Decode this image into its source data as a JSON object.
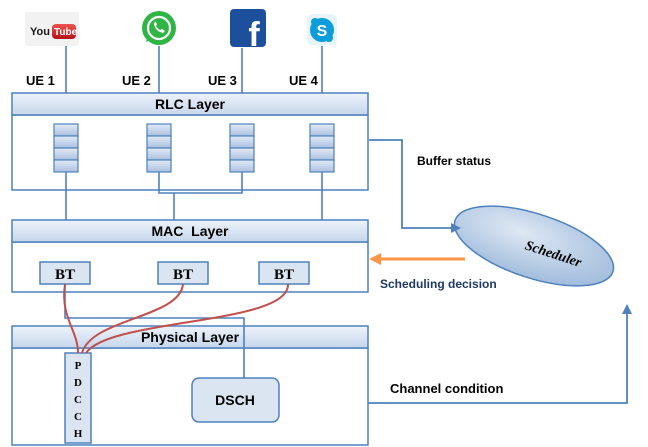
{
  "apps": [
    {
      "name": "YouTube",
      "logo_text": "YouTube",
      "icon": "youtube-icon"
    },
    {
      "name": "WhatsApp",
      "icon": "whatsapp-icon"
    },
    {
      "name": "Facebook",
      "logo_text": "f",
      "icon": "facebook-icon"
    },
    {
      "name": "Skype",
      "logo_text": "S",
      "icon": "skype-icon"
    }
  ],
  "ue_labels": [
    "UE 1",
    "UE 2",
    "UE 3",
    "UE 4"
  ],
  "layers": {
    "rlc": "RLC Layer",
    "mac": "MAC  Layer",
    "physical": "Physical Layer"
  },
  "bt_labels": [
    "BT",
    "BT",
    "BT"
  ],
  "pdcch_letters": [
    "P",
    "D",
    "C",
    "C",
    "H"
  ],
  "dsch": "DSCH",
  "scheduler": "Scheduler",
  "arrows": {
    "buffer_status": "Buffer status",
    "scheduling_decision": "Scheduling decision",
    "channel_condition": "Channel condition"
  },
  "colors": {
    "layer_fill": "#dbe5f1",
    "box_stroke": "#4f81bd",
    "scheduler_fill": "#b8cce4",
    "decision_arrow": "#f79646",
    "feedback_arrow": "#4f81bd",
    "bt_wire": "#c0504d"
  }
}
